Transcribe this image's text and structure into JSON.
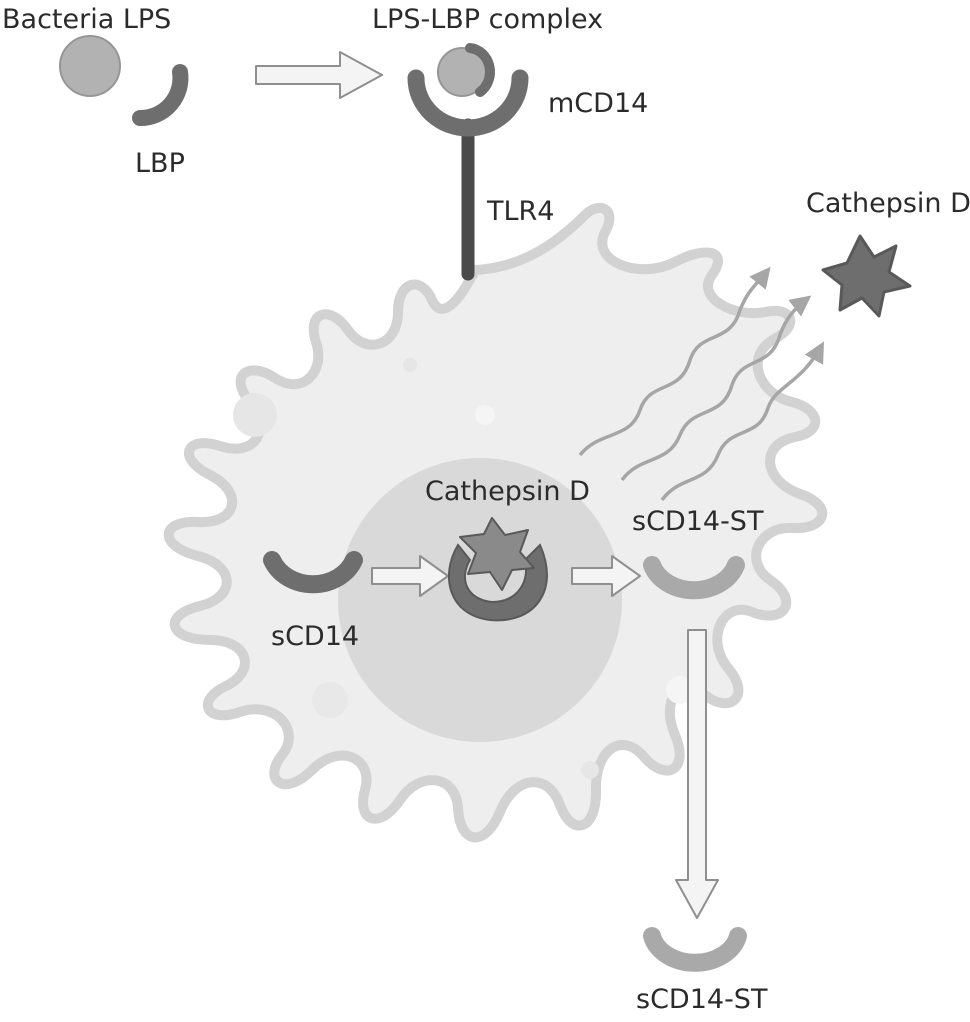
{
  "labels": {
    "bacteria_lps": "Bacteria LPS",
    "lbp": "LBP",
    "lps_lbp_complex": "LPS-LBP complex",
    "mcd14": "mCD14",
    "tlr4": "TLR4",
    "cathepsin_d_outside": "Cathepsin D",
    "cathepsin_d_inside": "Cathepsin D",
    "scd14": "sCD14",
    "scd14_st_inside": "sCD14-ST",
    "scd14_st_outside": "sCD14-ST"
  },
  "colors": {
    "cell_fill": "#eeeeee",
    "cell_stroke": "#d2d2d2",
    "nucleus_fill": "#d9d9d9",
    "dark_protein": "#6e6e6e",
    "light_protein": "#a9a9a9",
    "lps_sphere": "#b2b2b2",
    "receptor_stem": "#4a4a4a",
    "arrow_fill": "#f4f4f4",
    "arrow_stroke": "#8f8f8f",
    "wave": "#a6a6a6"
  }
}
